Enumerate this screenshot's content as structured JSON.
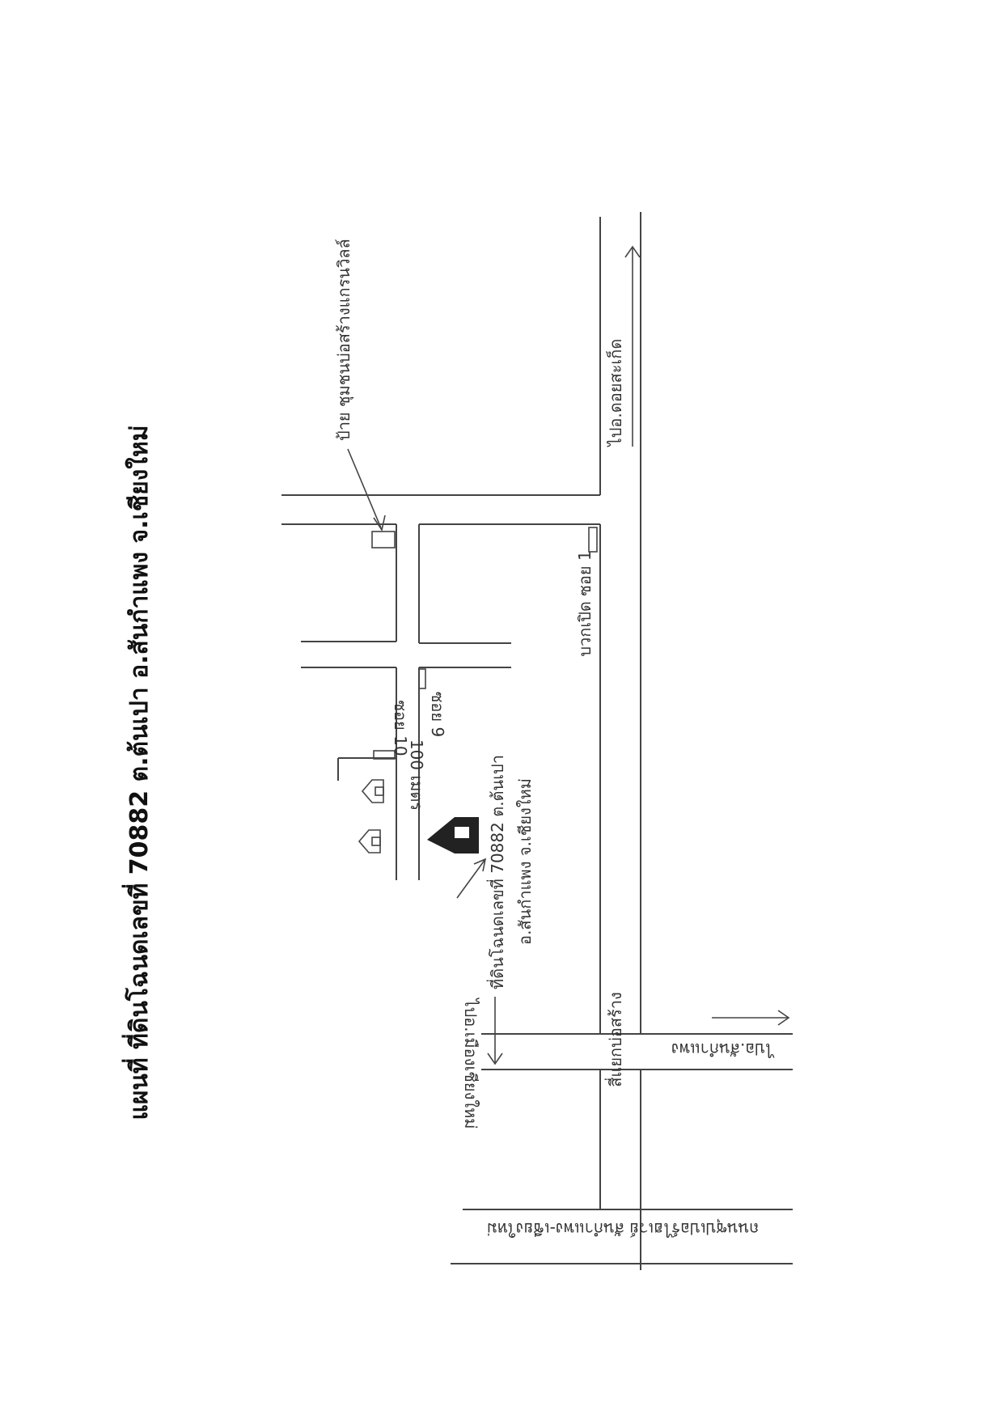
{
  "map": {
    "title": "แผนที่ ที่ดินโฉนดเลขที่ 70882 ต.ต้นเปา อ.สันกำแพง จ.เชียงใหม่",
    "parcel_label": {
      "line1": "ที่ดินโฉนดเลขที่ 70882 ต.ต้นเปา",
      "line2": "อ.สันกำแพง จ.เชียงใหม่"
    },
    "labels": {
      "sign": "ป้าย ชุมชนบ่อสร้างแกรนวิลล์",
      "to_doi_saket": "ไปอ.ดอยสะเก็ด",
      "soi_10": "ซอย 10",
      "soi_9": "ซอย 9",
      "distance": "100 เมตร",
      "bawak_soi_1": "บวกเปิด ซอย 1",
      "junction": "สี่แยกบ่อสร้าง",
      "to_chiang_mai": "ไปอ.เมืองเชียงใหม่",
      "to_san_kamphaeng": "ไปอ.สันกำแพง",
      "main_road": "ถนนซุปเปอร์ไฮเวย์ สันกำแพง-เชียงใหม่"
    },
    "colors": {
      "ink": "#333333",
      "parcel_fill": "#222222",
      "paper": "#ffffff"
    },
    "icons": [
      "house-icon",
      "parcel-house-icon",
      "sign-marker-icon",
      "arrow-icon"
    ]
  }
}
